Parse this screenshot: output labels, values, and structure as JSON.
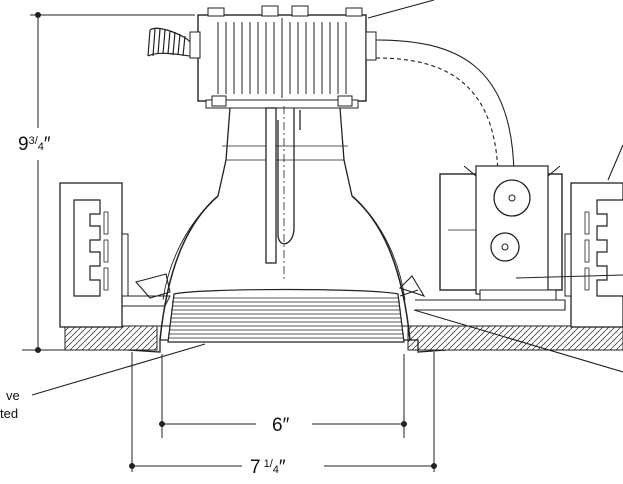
{
  "dimensions": {
    "height": {
      "whole": "9",
      "numerator": "3",
      "slash": "/",
      "denominator": "4",
      "mark": "″"
    },
    "aperture": {
      "whole": "6",
      "mark": "″"
    },
    "cutout": {
      "whole": "7",
      "numerator": "1",
      "slash": "/",
      "denominator": "4",
      "mark": "″"
    }
  },
  "callouts": {
    "reflector_note": {
      "line1": "ve",
      "line2": "ted"
    }
  }
}
